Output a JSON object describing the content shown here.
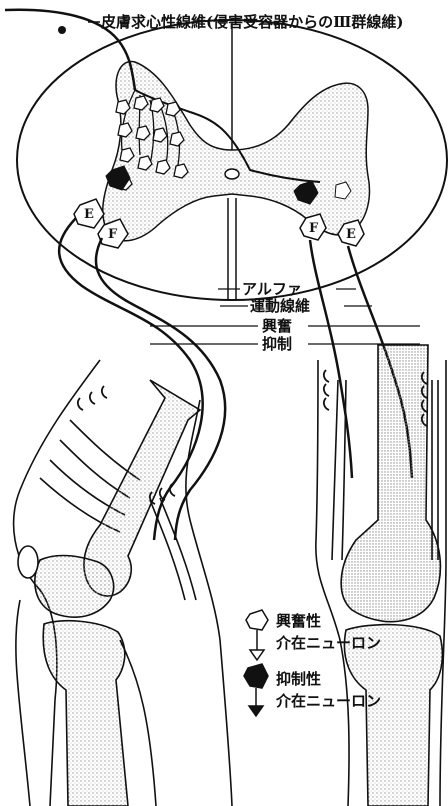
{
  "header": {
    "fiber_label": "皮膚求心性線維(侵害受容器からのⅢ群線維)"
  },
  "center_labels": {
    "alpha": "アルファ",
    "motor_fiber": "運動線維",
    "excitation": "興奮",
    "inhibition": "抑制"
  },
  "legend": {
    "excitatory_line1": "興奮性",
    "excitatory_line2": "介在ニューロン",
    "inhibitory_line1": "抑制性",
    "inhibitory_line2": "介在ニューロン"
  },
  "neuron_letters": {
    "e_left": "E",
    "f_left": "F",
    "f_right": "F",
    "e_right": "E"
  },
  "colors": {
    "ink": "#111111",
    "gray_matter_dots": "#9a9a9a",
    "background": "#ffffff"
  }
}
